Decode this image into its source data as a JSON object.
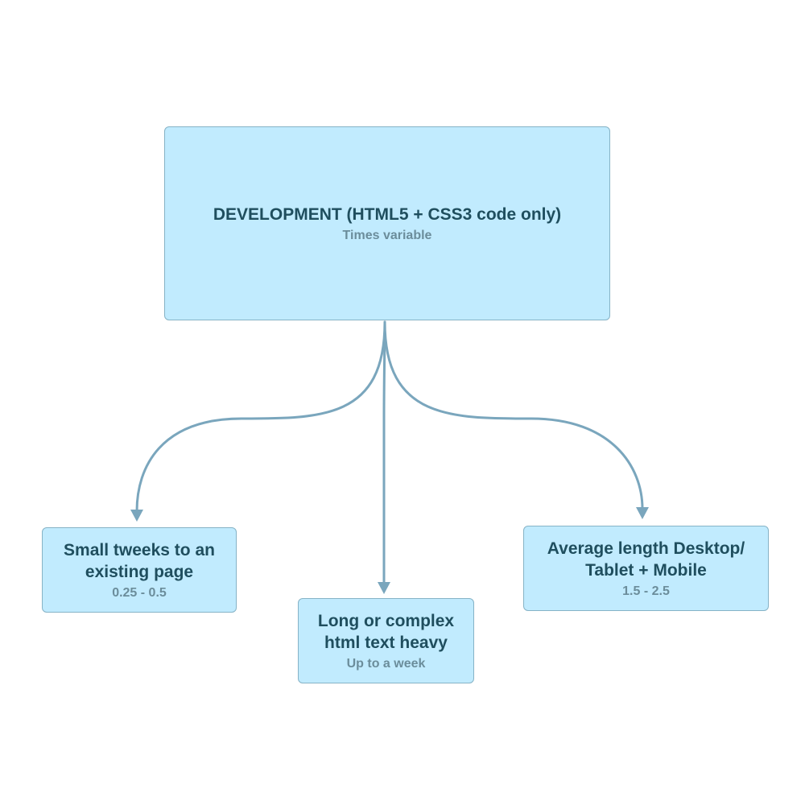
{
  "diagram": {
    "root": {
      "title": "DEVELOPMENT (HTML5 + CSS3 code only)",
      "subtitle": "Times variable"
    },
    "children": [
      {
        "title_line1": "Small tweeks to an",
        "title_line2": "existing page",
        "subtitle": "0.25 - 0.5"
      },
      {
        "title_line1": "Long or complex",
        "title_line2": "html text heavy",
        "subtitle": "Up to a week"
      },
      {
        "title_line1": "Average length Desktop/",
        "title_line2": "Tablet + Mobile",
        "subtitle": "1.5 - 2.5"
      }
    ],
    "colors": {
      "node_fill": "#c1ebfe",
      "node_border": "#86b3c6",
      "title_text": "#1f4e5e",
      "subtitle_text": "#6b8d9b",
      "connector": "#7aa6bd"
    }
  }
}
